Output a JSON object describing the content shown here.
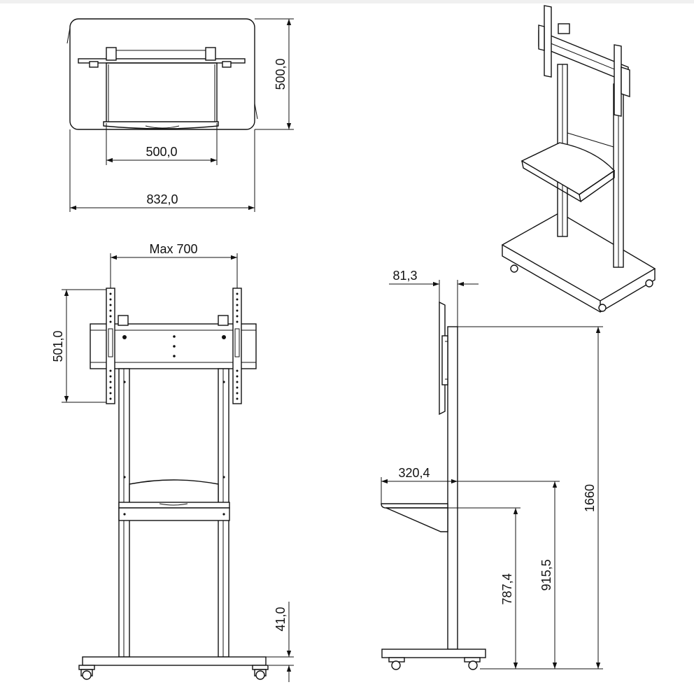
{
  "dimensions": {
    "top_inner_width": "500,0",
    "top_overall_width": "832,0",
    "top_depth": "500,0",
    "front_max_width": "Max 700",
    "front_bracket_height": "501,0",
    "front_base_height": "41,0",
    "side_bracket_depth": "81,3",
    "side_shelf_depth": "320,4",
    "side_shelf_low": "787,4",
    "side_shelf_top": "915,5",
    "side_total_height": "1660"
  },
  "colors": {
    "line": "#111111",
    "background": "#ffffff",
    "panel": "#f7f7f7"
  }
}
